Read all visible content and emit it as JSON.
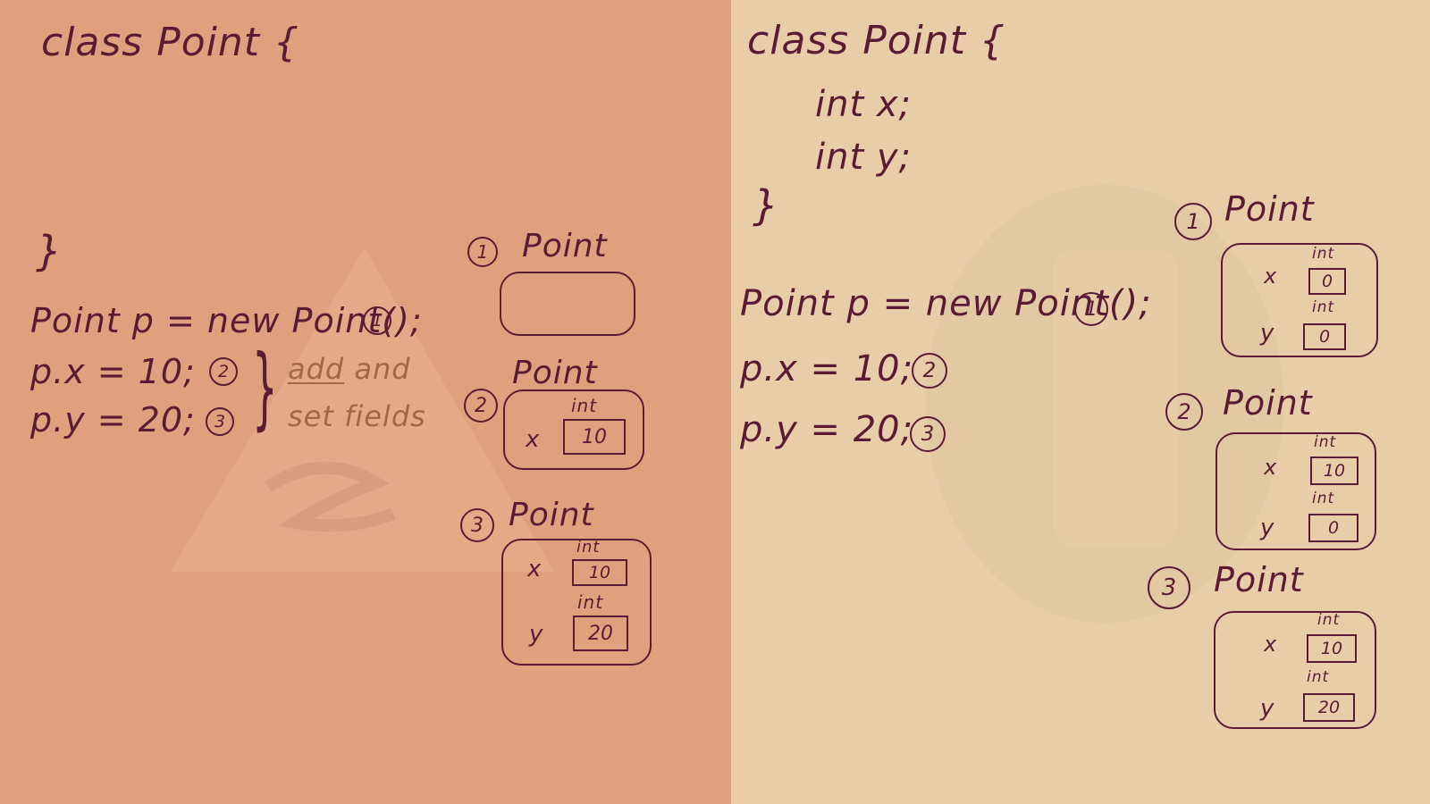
{
  "colors": {
    "left_bg": "#dfa17d",
    "right_bg": "#e9cda8",
    "ink": "#5a1c34",
    "annotation_ink": "#a06844"
  },
  "left": {
    "class_open": "class Point {",
    "class_close": "}",
    "code": [
      {
        "text": "Point p = new Point();",
        "step": "1"
      },
      {
        "text": "p.x = 10;",
        "step": "2"
      },
      {
        "text": "p.y = 20;",
        "step": "3"
      }
    ],
    "annotation": {
      "line1": "add",
      "line1b": " and",
      "line2": "set fields"
    },
    "objects": [
      {
        "step": "1",
        "title": "Point",
        "fields": []
      },
      {
        "step": "2",
        "title": "Point",
        "fields": [
          {
            "name": "x",
            "type": "int",
            "value": "10"
          }
        ]
      },
      {
        "step": "3",
        "title": "Point",
        "fields": [
          {
            "name": "x",
            "type": "int",
            "value": "10"
          },
          {
            "name": "y",
            "type": "int",
            "value": "20"
          }
        ]
      }
    ]
  },
  "right": {
    "class_open": "class Point {",
    "fields": [
      "int x;",
      "int y;"
    ],
    "class_close": "}",
    "code": [
      {
        "text": "Point p = new Point();",
        "step": "1"
      },
      {
        "text": "p.x = 10;",
        "step": "2"
      },
      {
        "text": "p.y = 20;",
        "step": "3"
      }
    ],
    "objects": [
      {
        "step": "1",
        "title": "Point",
        "fields": [
          {
            "name": "x",
            "type": "int",
            "value": "0"
          },
          {
            "name": "y",
            "type": "int",
            "value": "0"
          }
        ]
      },
      {
        "step": "2",
        "title": "Point",
        "fields": [
          {
            "name": "x",
            "type": "int",
            "value": "10"
          },
          {
            "name": "y",
            "type": "int",
            "value": "0"
          }
        ]
      },
      {
        "step": "3",
        "title": "Point",
        "fields": [
          {
            "name": "x",
            "type": "int",
            "value": "10"
          },
          {
            "name": "y",
            "type": "int",
            "value": "20"
          }
        ]
      }
    ]
  }
}
